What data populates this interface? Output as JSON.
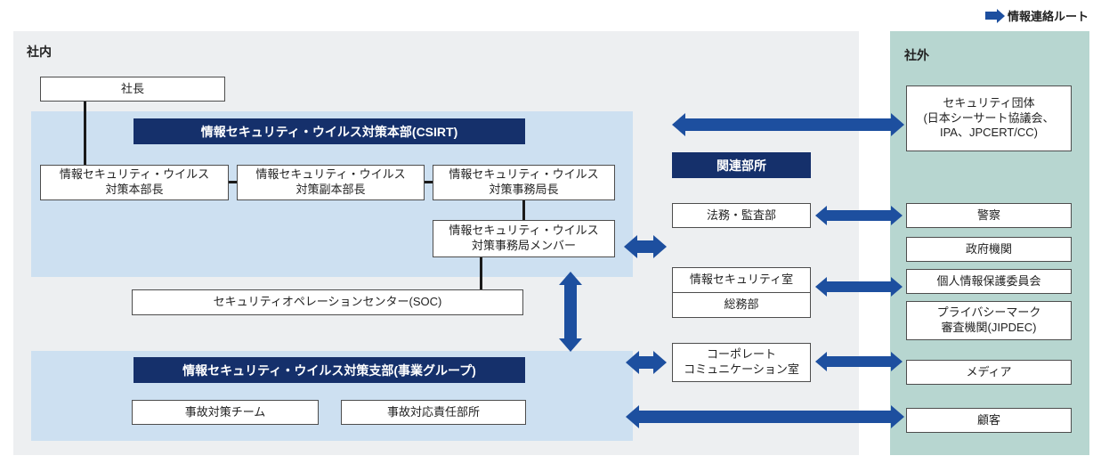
{
  "legend": {
    "label": "情報連絡ルート"
  },
  "colors": {
    "arrow_blue": "#1d4f9f",
    "header_navy": "#15306b",
    "panel_blue": "#cde0f1",
    "internal_bg": "#edeff1",
    "external_bg": "#b7d6d0"
  },
  "internal": {
    "title": "社内",
    "president": "社長",
    "csirt": {
      "header": "情報セキュリティ・ウイルス対策本部(CSIRT)",
      "chief": "情報セキュリティ・ウイルス\n対策本部長",
      "deputy": "情報セキュリティ・ウイルス\n対策副本部長",
      "secretariat_head": "情報セキュリティ・ウイルス\n対策事務局長",
      "secretariat_members": "情報セキュリティ・ウイルス\n対策事務局メンバー"
    },
    "soc": "セキュリティオペレーションセンター(SOC)",
    "branch": {
      "header": "情報セキュリティ・ウイルス対策支部(事業グループ)",
      "incident_team": "事故対策チーム",
      "incident_dept": "事故対応責任部所"
    },
    "related": {
      "header": "関連部所",
      "legal": "法務・監査部",
      "security_office": "情報セキュリティ室",
      "general_affairs": "総務部",
      "corporate_comm": "コーポレート\nコミュニケーション室"
    }
  },
  "external": {
    "title": "社外",
    "security_org": "セキュリティ団体\n(日本シーサート協議会、\nIPA、JPCERT/CC)",
    "police": "警察",
    "government": "政府機関",
    "ppc": "個人情報保護委員会",
    "privacy_mark": "プライバシーマーク\n審査機関(JIPDEC)",
    "media": "メディア",
    "customer": "顧客"
  }
}
